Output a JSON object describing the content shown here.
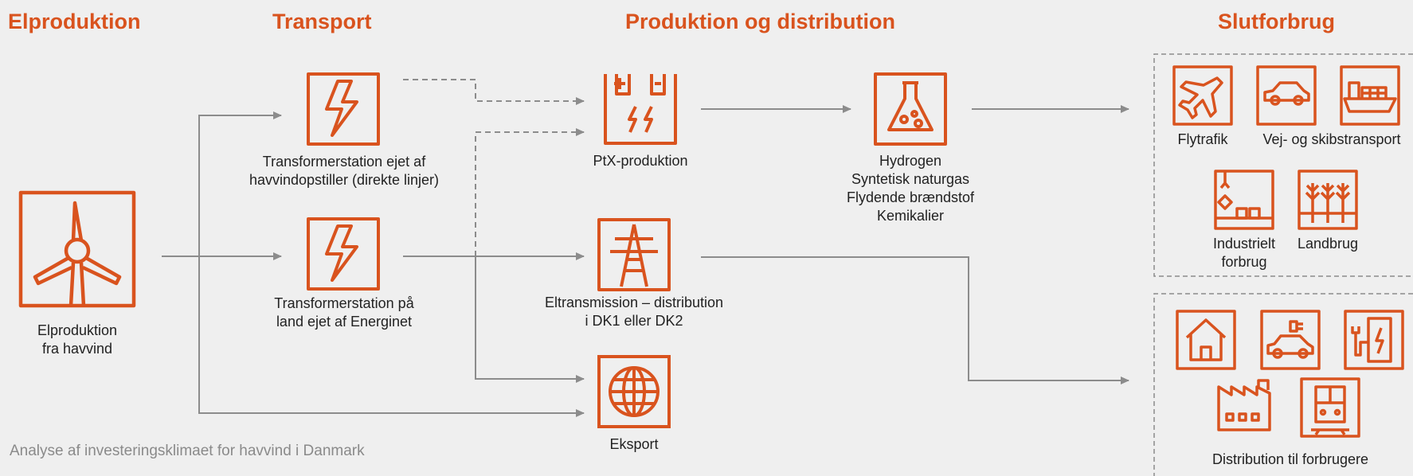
{
  "headers": {
    "elproduktion": "Elproduktion",
    "transport": "Transport",
    "produktion": "Produktion og distribution",
    "slutforbrug": "Slutforbrug"
  },
  "nodes": {
    "offshore": [
      "Elproduktion",
      "fra havvind"
    ],
    "transformer_offshore": [
      "Transformerstation ejet af",
      "havvindopstiller (direkte linjer)"
    ],
    "transformer_land": [
      "Transformerstation på",
      "land ejet af Energinet"
    ],
    "ptx": [
      "PtX-produktion"
    ],
    "products": [
      "Hydrogen",
      "Syntetisk naturgas",
      "Flydende brændstof",
      "Kemikalier"
    ],
    "transmission": [
      "Eltransmission – distribution",
      "i DK1 eller DK2"
    ],
    "export": [
      "Eksport"
    ]
  },
  "end_use_top": {
    "flytrafik": "Flytrafik",
    "vej_skib": "Vej- og skibstransport",
    "industri": [
      "Industrielt",
      "forbrug"
    ],
    "landbrug": "Landbrug"
  },
  "end_use_bottom": {
    "distribution": "Distribution til forbrugere"
  },
  "footer": "Analyse af investeringsklimaet for havvind i Danmark",
  "colors": {
    "accent": "#d9531e",
    "line": "#8c8c8c",
    "background": "#efefef"
  },
  "icons": [
    "wind-turbine-icon",
    "lightning-icon",
    "electrolyzer-icon",
    "flask-icon",
    "pylon-icon",
    "globe-icon",
    "airplane-icon",
    "car-icon",
    "ship-icon",
    "factory-robot-icon",
    "crops-icon",
    "house-icon",
    "ev-car-icon",
    "charging-station-icon",
    "factory-icon",
    "train-icon"
  ]
}
